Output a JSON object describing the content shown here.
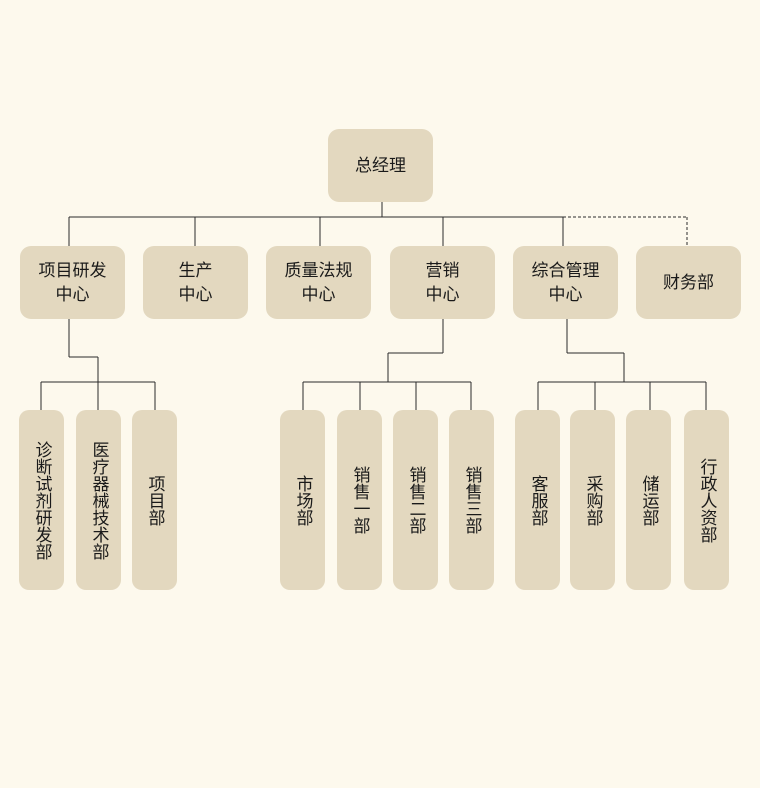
{
  "top": {
    "name": "总经理"
  },
  "centers": [
    {
      "line1": "项目研发",
      "line2": "中心"
    },
    {
      "line1": "生产",
      "line2": "中心"
    },
    {
      "line1": "质量法规",
      "line2": "中心"
    },
    {
      "line1": "营销",
      "line2": "中心"
    },
    {
      "line1": "综合管理",
      "line2": "中心"
    },
    {
      "line1": "财务部",
      "line2": ""
    }
  ],
  "rd_depts": [
    "诊断试剂研发部",
    "医疗器械技术部",
    "项目部"
  ],
  "sales_depts": [
    "市场部",
    "销售一部",
    "销售二部",
    "销售三部"
  ],
  "admin_depts": [
    "客服部",
    "采购部",
    "储运部",
    "行政人资部"
  ],
  "colors": {
    "background": "#fdf9ed",
    "box": "#e3d8bf",
    "line": "#2a2a2a"
  }
}
